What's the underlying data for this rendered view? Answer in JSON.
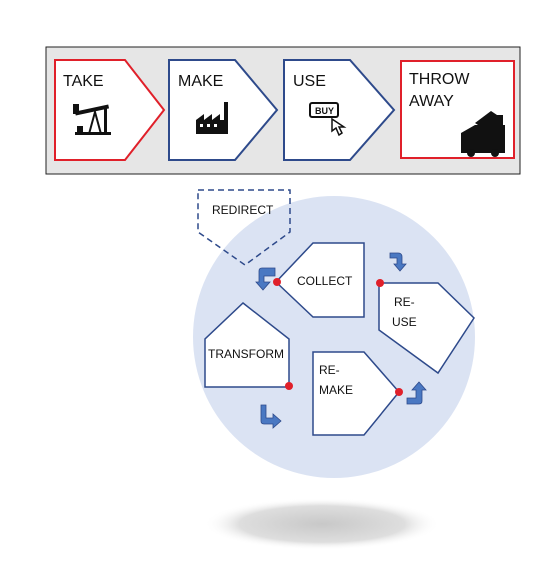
{
  "linear_flow": {
    "steps": [
      {
        "label_lines": [
          "TAKE"
        ],
        "icon": "oil-pump-icon",
        "accent": "#e0202a"
      },
      {
        "label_lines": [
          "MAKE"
        ],
        "icon": "factory-icon",
        "accent": "#2e4a8b"
      },
      {
        "label_lines": [
          "USE"
        ],
        "icon": "buy-button-icon",
        "accent": "#2e4a8b"
      },
      {
        "label_lines": [
          "THROW",
          "AWAY"
        ],
        "icon": "dump-truck-icon",
        "accent": "#e0202a"
      }
    ]
  },
  "redirect": {
    "label": "REDIRECT"
  },
  "circular_flow": {
    "nodes": [
      {
        "label_lines": [
          "COLLECT"
        ]
      },
      {
        "label_lines": [
          "RE-",
          "USE"
        ]
      },
      {
        "label_lines": [
          "TRANSFORM"
        ]
      },
      {
        "label_lines": [
          "RE-",
          "MAKE"
        ]
      }
    ]
  },
  "colors": {
    "arrow_blue": "#2e4a8b",
    "circle_fill": "#dbe3f3",
    "loop_arrow": "#4a78c2",
    "connector_dot": "#e0202a",
    "panel_bg": "#e6e6e6",
    "shadow": "#d8d8d8"
  }
}
